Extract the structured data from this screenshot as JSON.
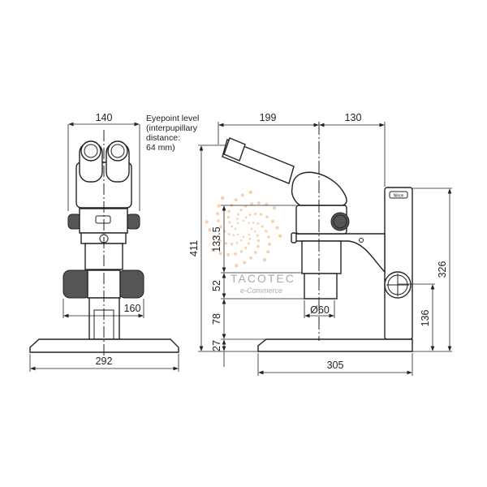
{
  "dimensions": {
    "width_front": "140",
    "focus_knob_width": "160",
    "base_width_front": "292",
    "eyepoint_offset": "199",
    "column_offset": "130",
    "total_height": "411",
    "head_height": "133.5",
    "objective_height": "52",
    "working_distance": "78",
    "base_height": "27",
    "objective_diameter": "Ø60",
    "knob_height": "136",
    "column_height": "326",
    "base_depth": "305"
  },
  "note": {
    "lines": [
      "Eyepoint level",
      "(interpupillary",
      "distance:",
      "64 mm)"
    ]
  },
  "watermark": {
    "name": "TACOTEC",
    "sub": "e-Commerce",
    "color": "#f0a860"
  },
  "brand_plate": "Nikon"
}
